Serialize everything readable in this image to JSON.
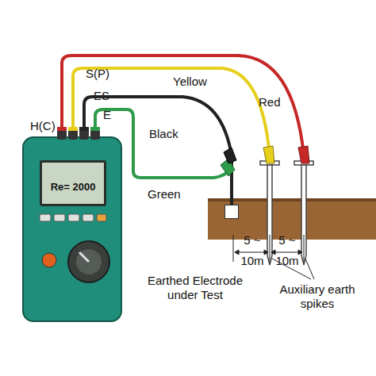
{
  "diagram": {
    "nodes": [
      {
        "text": [
          "Re= 2000"
        ]
      },
      {
        "text": [
          "Earthed Electrode under Test"
        ]
      }
    ],
    "edges": [
      {
        "from": 0,
        "to": 1,
        "arrow": "none",
        "label": "Green"
      },
      {
        "from": 0,
        "to": 1,
        "arrow": "none",
        "label": "Black"
      }
    ],
    "labels": [
      "H(C)",
      "S(P)",
      "ES",
      "E",
      "Yellow",
      "Red",
      "5 ~ 10m",
      "5 ~ 10m",
      "Auxiliary earth spikes"
    ]
  }
}
